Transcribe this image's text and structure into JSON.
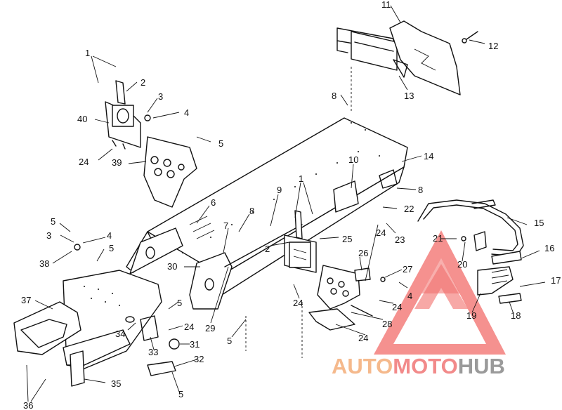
{
  "callouts": [
    "11",
    "12",
    "13",
    "8",
    "14",
    "10",
    "8",
    "22",
    "1",
    "2",
    "3",
    "4",
    "40",
    "5",
    "24",
    "39",
    "6",
    "9",
    "8",
    "7",
    "1",
    "25",
    "2",
    "24",
    "23",
    "15",
    "21",
    "16",
    "20",
    "26",
    "27",
    "17",
    "30",
    "5",
    "3",
    "4",
    "5",
    "38",
    "37",
    "4",
    "24",
    "24",
    "28",
    "29",
    "5",
    "24",
    "34",
    "31",
    "33",
    "32",
    "5",
    "35",
    "36",
    "19",
    "18",
    "24",
    "5"
  ],
  "watermark": {
    "part1": "AUTO",
    "part2": "MOTO",
    "part3": "HUB",
    "color_auto": "#f5b98c",
    "color_moto": "#f28a8a",
    "color_hub": "#9a9a9a",
    "triangle_color": "#ef5350"
  }
}
